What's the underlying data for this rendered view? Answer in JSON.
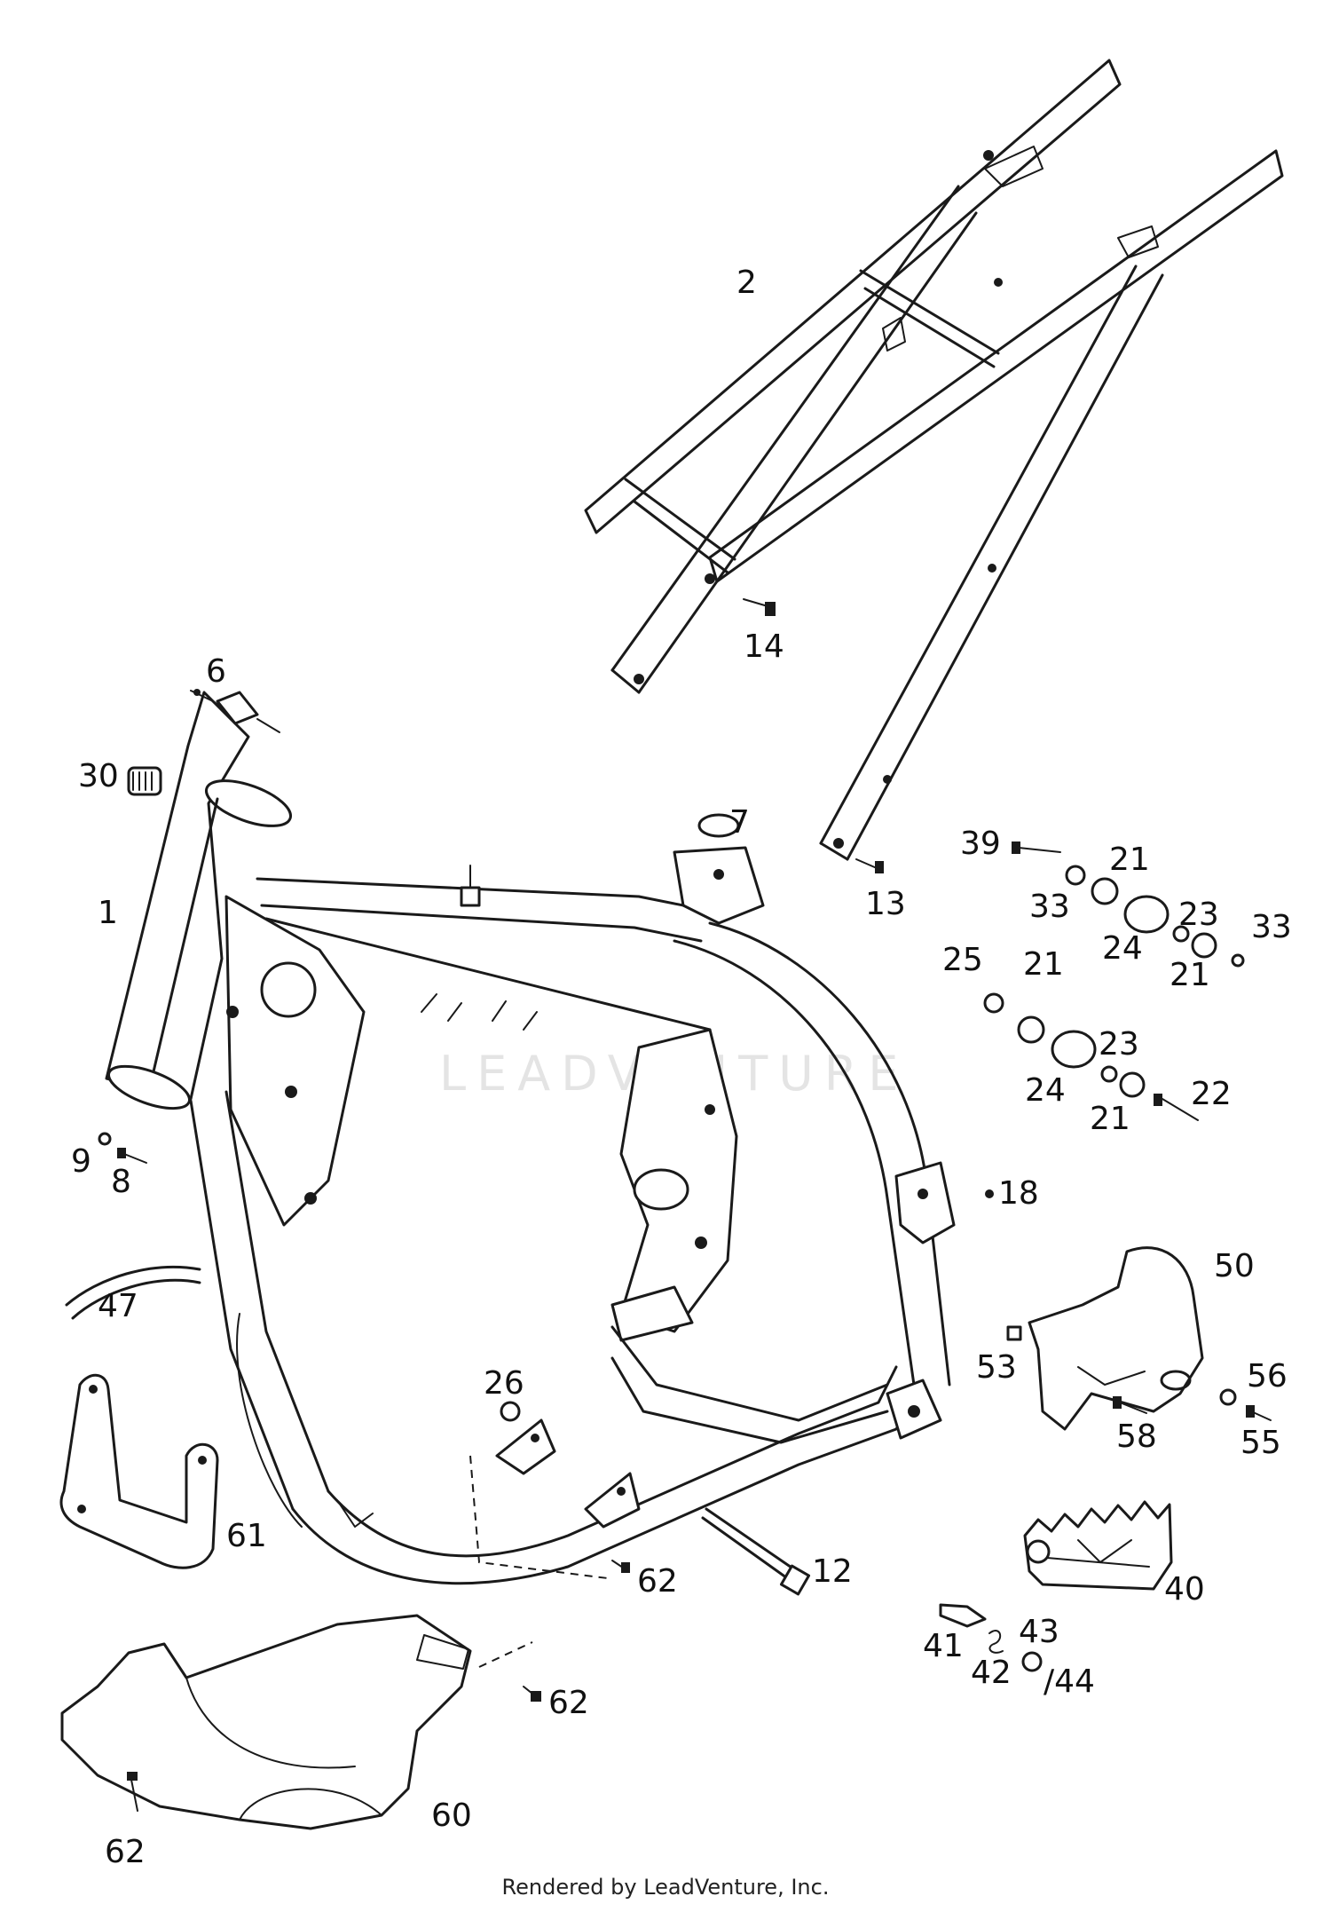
{
  "watermark": "LEADVENTURE",
  "footer": "Rendered by LeadVenture, Inc.",
  "callouts": {
    "c1": "1",
    "c2": "2",
    "c6": "6",
    "c7": "7",
    "c8": "8",
    "c9": "9",
    "c12": "12",
    "c13": "13",
    "c14": "14",
    "c18": "18",
    "c21a": "21",
    "c21b": "21",
    "c21c": "21",
    "c21d": "21",
    "c22": "22",
    "c23a": "23",
    "c23b": "23",
    "c24a": "24",
    "c24b": "24",
    "c25": "25",
    "c26": "26",
    "c30": "30",
    "c33a": "33",
    "c33b": "33",
    "c39": "39",
    "c40": "40",
    "c41": "41",
    "c42": "42",
    "c43": "43",
    "c44": "/44",
    "c47": "47",
    "c50": "50",
    "c53": "53",
    "c55": "55",
    "c56": "56",
    "c58": "58",
    "c60": "60",
    "c61": "61",
    "c62a": "62",
    "c62b": "62",
    "c62c": "62"
  }
}
